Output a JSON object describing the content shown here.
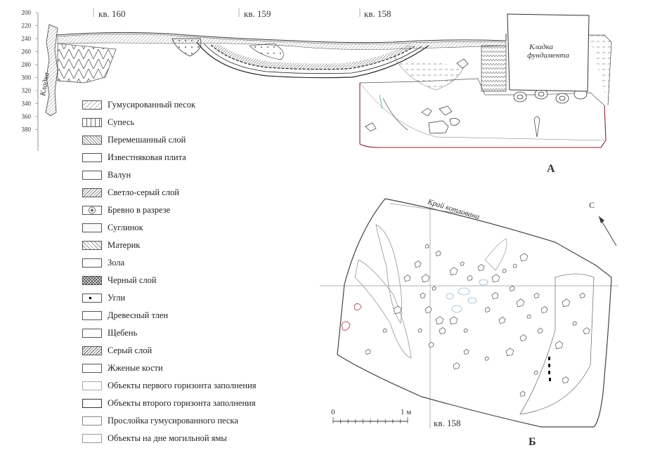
{
  "section": {
    "squares": [
      "кв. 160",
      "кв. 159",
      "кв. 158"
    ],
    "depth_ticks": [
      "200",
      "220",
      "240",
      "260",
      "280",
      "300",
      "320",
      "340",
      "360",
      "380"
    ],
    "wall_label": "Кладка",
    "foundation_label_1": "Кладка",
    "foundation_label_2": "фундамента",
    "panel_letter": "А"
  },
  "legend": [
    {
      "label": "Гумусированный песок",
      "pattern": "humus"
    },
    {
      "label": "Супесь",
      "pattern": "supes"
    },
    {
      "label": "Перемешанный слой",
      "pattern": "mixed"
    },
    {
      "label": "Известняковая плита",
      "pattern": "lime"
    },
    {
      "label": "Валун",
      "pattern": "boulder"
    },
    {
      "label": "Светло-серый слой",
      "pattern": "lightgrey"
    },
    {
      "label": "Бревно в разрезе",
      "pattern": "log"
    },
    {
      "label": "Суглинок",
      "pattern": "loam"
    },
    {
      "label": "Материк",
      "pattern": "mother"
    },
    {
      "label": "Зола",
      "pattern": "ash"
    },
    {
      "label": "Черный слой",
      "pattern": "black"
    },
    {
      "label": "Угли",
      "pattern": "coal"
    },
    {
      "label": "Древесный тлен",
      "pattern": "wood"
    },
    {
      "label": "Щебень",
      "pattern": "gravel"
    },
    {
      "label": "Серый слой",
      "pattern": "grey"
    },
    {
      "label": "Жженые кости",
      "pattern": "bones"
    },
    {
      "label": "Объекты первого горизонта заполнения",
      "pattern": "h1"
    },
    {
      "label": "Объекты второго горизонта заполнения",
      "pattern": "h2"
    },
    {
      "label": "Прослойка гумусированного песка",
      "pattern": "humlayer"
    },
    {
      "label": "Объекты на дне могильной ямы",
      "pattern": "bottom"
    }
  ],
  "plan": {
    "pit_edge_label": "Край котлована",
    "north_label": "С",
    "scale_start": "0",
    "scale_end": "1 м",
    "square_label": "кв. 158",
    "panel_letter": "Б"
  }
}
